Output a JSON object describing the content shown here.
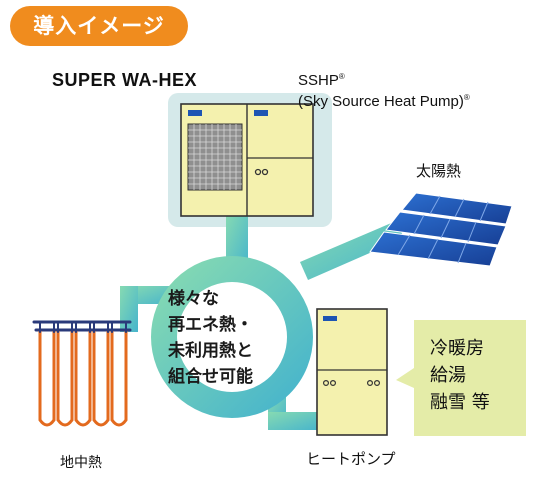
{
  "badge": {
    "label": "導入イメージ"
  },
  "wahex": {
    "title": "SUPER WA-HEX"
  },
  "sshp": {
    "line1": "SSHP",
    "line2": "(Sky Source Heat Pump)",
    "reg": "®"
  },
  "solar": {
    "label": "太陽熱"
  },
  "center": {
    "line1": "様々な",
    "line2": "再エネ熱・",
    "line3": "未利用熱と",
    "line4": "組合せ可能"
  },
  "uses": {
    "line1": "冷暖房",
    "line2": "給湯",
    "line3": "融雪 等"
  },
  "geothermal": {
    "label": "地中熱"
  },
  "heatpump": {
    "label": "ヒートポンプ"
  },
  "colors": {
    "badge": "#f08c1e",
    "pipe_start": "#7fd6b0",
    "pipe_end": "#4cb8c8",
    "unit": "#f4f1ae",
    "panel": "#1e55b3",
    "ground_loop": "#e36a1e",
    "uses_box": "#e4eca8"
  }
}
